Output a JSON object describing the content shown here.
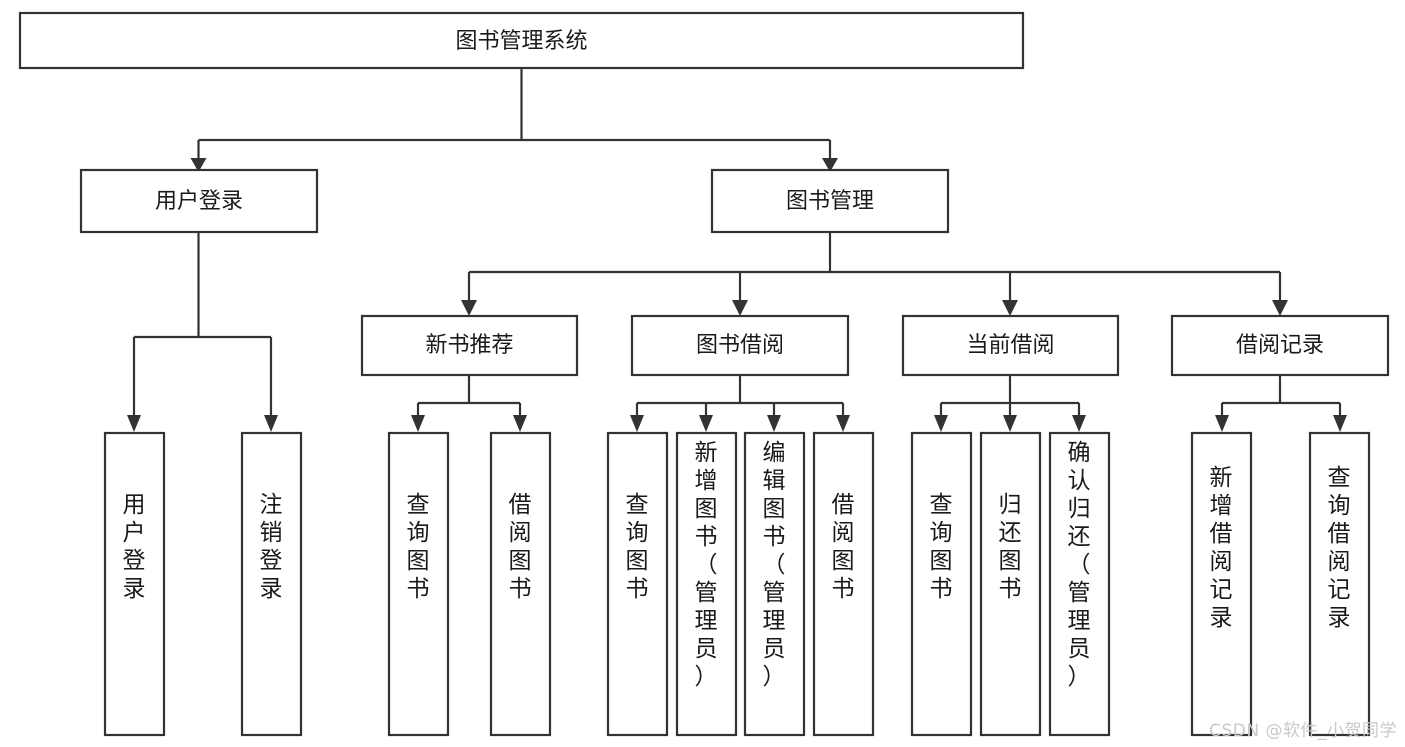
{
  "diagram": {
    "type": "hierarchy-tree",
    "title": "图书管理系统",
    "watermark": "CSDN @软件_小贺同学",
    "colors": {
      "stroke": "#333333",
      "fill": "#ffffff",
      "text": "#1a1a1a",
      "watermark": "#c9c9c9"
    },
    "levels": {
      "root": {
        "label": "图书管理系统"
      },
      "level2": [
        {
          "label": "用户登录"
        },
        {
          "label": "图书管理"
        }
      ],
      "level3": [
        {
          "label": "新书推荐"
        },
        {
          "label": "图书借阅"
        },
        {
          "label": "当前借阅"
        },
        {
          "label": "借阅记录"
        }
      ],
      "leaves": [
        {
          "label": "用户登录",
          "parent": "用户登录"
        },
        {
          "label": "注销登录",
          "parent": "用户登录"
        },
        {
          "label": "查询图书",
          "parent": "新书推荐"
        },
        {
          "label": "借阅图书",
          "parent": "新书推荐"
        },
        {
          "label": "查询图书",
          "parent": "图书借阅"
        },
        {
          "label": "新增图书（管理员）",
          "parent": "图书借阅"
        },
        {
          "label": "编辑图书（管理员）",
          "parent": "图书借阅"
        },
        {
          "label": "借阅图书",
          "parent": "图书借阅"
        },
        {
          "label": "查询图书",
          "parent": "当前借阅"
        },
        {
          "label": "归还图书",
          "parent": "当前借阅"
        },
        {
          "label": "确认归还（管理员）",
          "parent": "当前借阅"
        },
        {
          "label": "新增借阅记录",
          "parent": "借阅记录"
        },
        {
          "label": "查询借阅记录",
          "parent": "借阅记录"
        }
      ]
    }
  }
}
